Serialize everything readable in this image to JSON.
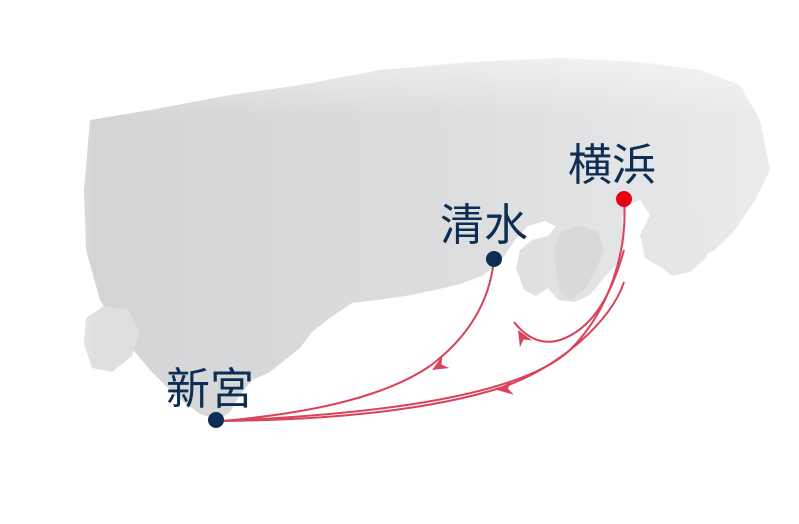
{
  "map": {
    "colors": {
      "land": "#d9dadc",
      "sea": "#ffffff",
      "route": "#d9435c",
      "port": "#0d2e52",
      "home_port": "#e60012",
      "label": "#0d2e52"
    },
    "ports": [
      {
        "id": "yokohama",
        "label": "横浜",
        "marker_color": "home_port"
      },
      {
        "id": "shimizu",
        "label": "清水",
        "marker_color": "port"
      },
      {
        "id": "shingu",
        "label": "新宮",
        "marker_color": "port"
      }
    ],
    "routes": [
      {
        "from": "横浜",
        "to": "新宮",
        "direction": "westbound"
      },
      {
        "from": "新宮",
        "to": "横浜",
        "direction": "eastbound"
      },
      {
        "from": "横浜",
        "to": "清水",
        "direction": "westbound"
      },
      {
        "from": "清水",
        "to": "新宮",
        "direction": "westbound"
      }
    ]
  }
}
